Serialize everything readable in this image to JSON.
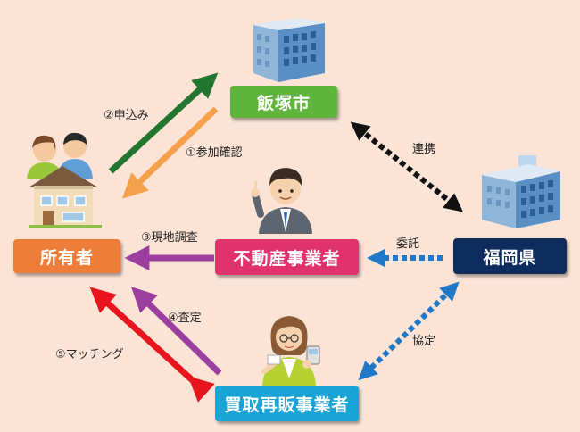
{
  "nodes": {
    "iizuka": {
      "label": "飯塚市",
      "color": "#5fb43c"
    },
    "owner": {
      "label": "所有者",
      "color": "#ee7d3a"
    },
    "realestate": {
      "label": "不動産事業者",
      "color": "#e0336e"
    },
    "fukuoka": {
      "label": "福岡県",
      "color": "#0f2c5e"
    },
    "reseller": {
      "label": "買取再販事業者",
      "color": "#1aa3d5"
    }
  },
  "edges": {
    "apply": "②申込み",
    "confirm": "①参加確認",
    "survey": "③現地調査",
    "assess": "④査定",
    "matching": "⑤マッチング",
    "cooperation": "連携",
    "entrust": "委託",
    "agreement": "協定"
  },
  "colors": {
    "background": "#fbe3d6",
    "arrow_green": "#23762f",
    "arrow_orange": "#f5a04a",
    "arrow_purple": "#9c3ea0",
    "arrow_red": "#e8141e",
    "arrow_black": "#111111",
    "arrow_blue": "#1f78c8"
  },
  "icons": [
    "city-building-icon",
    "prefecture-building-icon",
    "house-family-icon",
    "businessman-icon",
    "businesswoman-icon"
  ]
}
